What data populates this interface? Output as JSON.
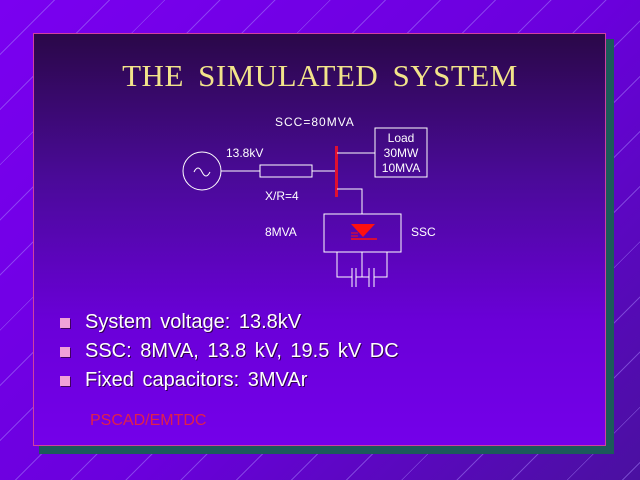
{
  "slide": {
    "title": "THE  SIMULATED  SYSTEM",
    "diagram": {
      "scc_label": "SCC=80MVA",
      "voltage_label": "13.8kV",
      "xr_label": "X/R=4",
      "load_lines": [
        "Load",
        "30MW",
        "10MVA"
      ],
      "ssc_rating_label": "8MVA",
      "ssc_label": "SSC"
    },
    "bullets": [
      "System  voltage: 13.8kV",
      "SSC: 8MVA, 13.8 kV, 19.5 kV DC",
      "Fixed  capacitors: 3MVAr"
    ],
    "footer_note": "PSCAD/EMTDC"
  },
  "colors": {
    "title": "#f2e48a",
    "bus": "#e01030",
    "bullet": "#f0a0d8",
    "footer": "#e0204a"
  }
}
